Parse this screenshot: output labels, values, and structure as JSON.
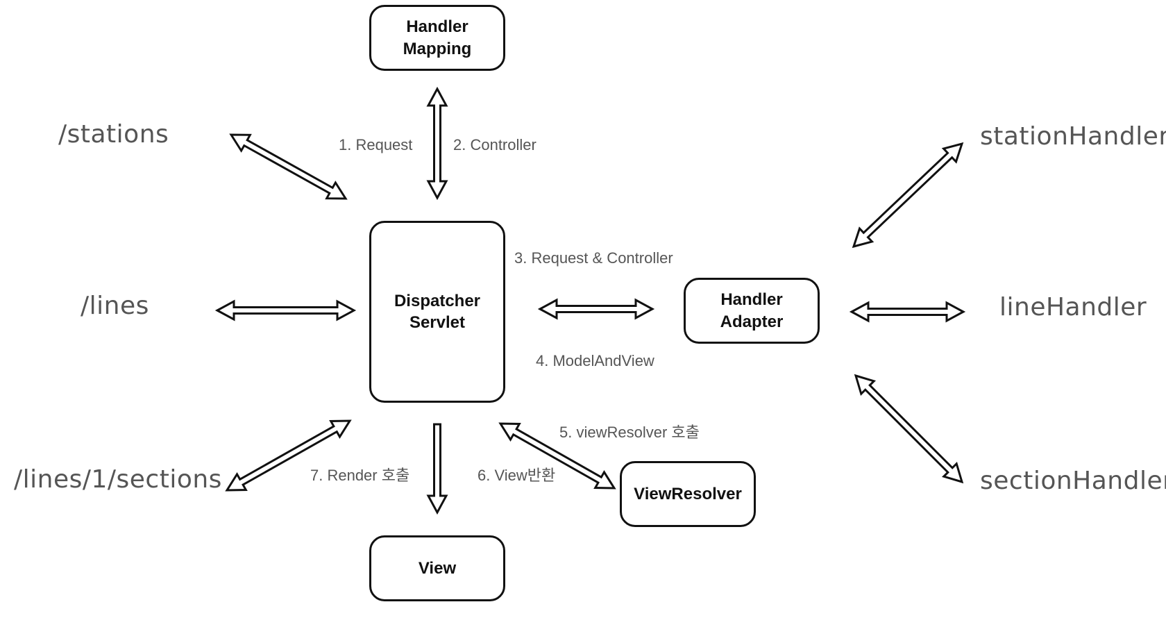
{
  "nodes": {
    "handler_mapping": "Handler\nMapping",
    "dispatcher_servlet": "Dispatcher\nServlet",
    "handler_adapter": "Handler\nAdapter",
    "view_resolver": "ViewResolver",
    "view": "View"
  },
  "endpoints": {
    "stations": "/stations",
    "lines": "/lines",
    "sections": "/lines/1/sections"
  },
  "handlers": {
    "station": "stationHandler",
    "line": "lineHandler",
    "section": "sectionHandler"
  },
  "steps": {
    "s1": "1. Request",
    "s2": "2. Controller",
    "s3": "3. Request & Controller",
    "s4": "4. ModelAndView",
    "s5": "5. viewResolver 호출",
    "s6": "6. View반환",
    "s7": "7. Render 호출"
  },
  "colors": {
    "stroke": "#111111",
    "label": "#555555",
    "background": "#ffffff"
  }
}
